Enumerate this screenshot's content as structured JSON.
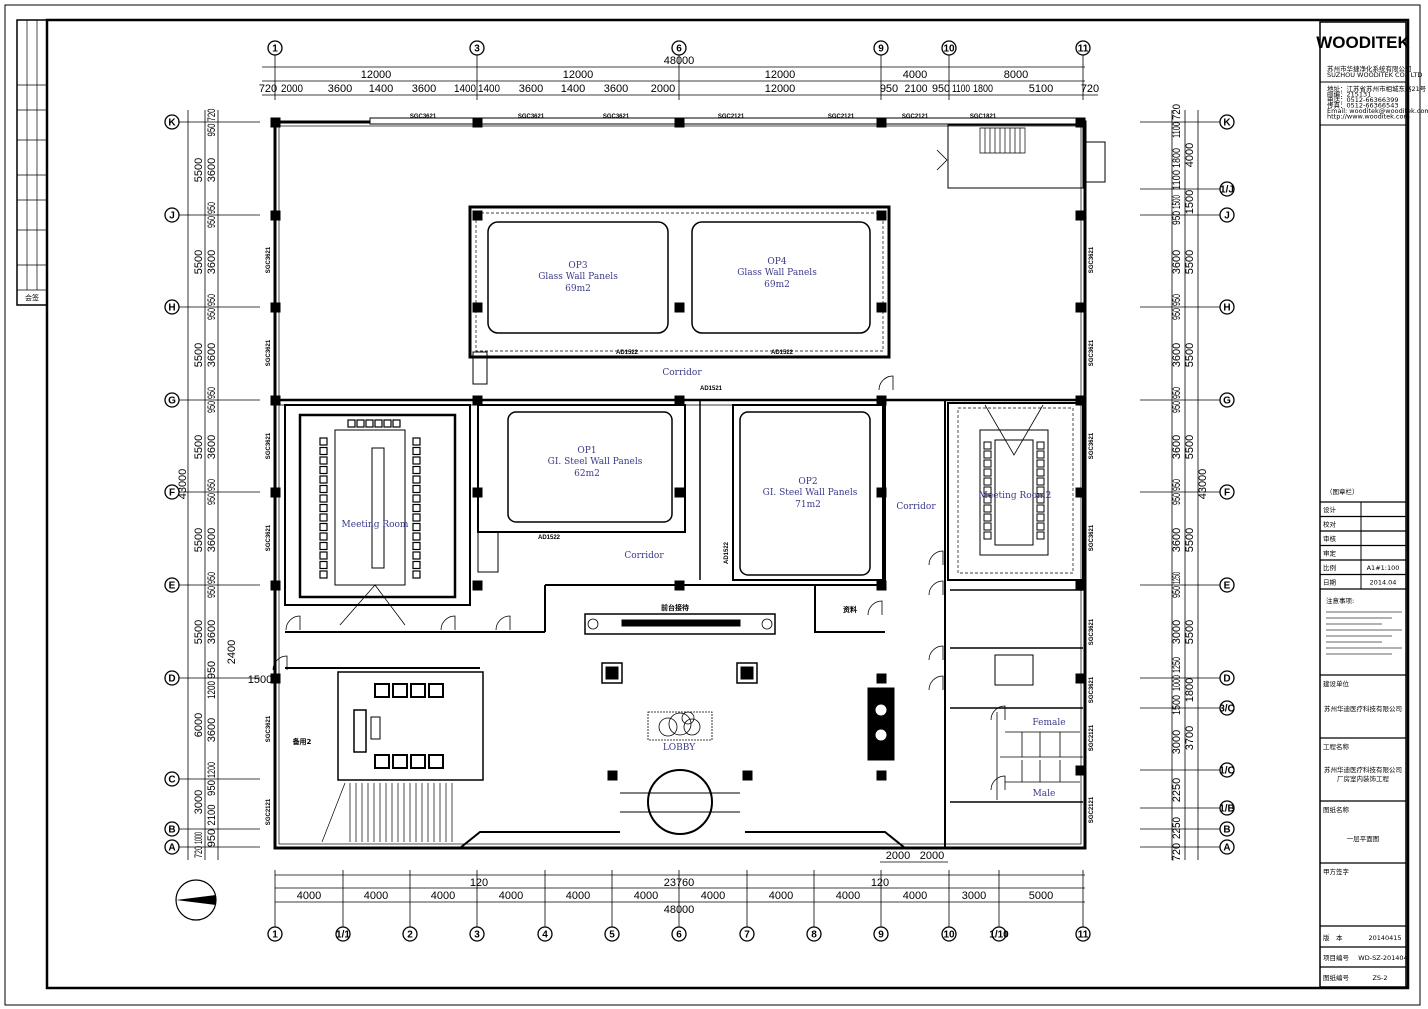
{
  "title_block": {
    "logo": "WOODITEK",
    "company_cn": "苏州市华捷净化系统有限公司",
    "company_en": "SUZHOU WOODITEK CO., LTD",
    "address": [
      "地址：江苏省苏州市相城东路21号",
      "邮编：215131",
      "电话：0512-66366399",
      "传真：0512-66366543",
      "Email: wooditek@wooditek.com",
      "http://www.wooditek.com"
    ],
    "stamp_label": "（图章栏）",
    "design": "设计",
    "check": "校对",
    "review": "审核",
    "approve": "审定",
    "scale_label": "比例",
    "scale_value": "A1#1:100",
    "date_label": "日期",
    "date_value": "2014.04",
    "notes_title": "注意事项:",
    "client_label": "建设单位",
    "client_value": "苏州华迪医疗科技有限公司",
    "project_label": "工程名称",
    "project_value_1": "苏州华迪医疗科技有限公司",
    "project_value_2": "厂房室内装饰工程",
    "drawing_label": "图纸名称",
    "drawing_value": "一层平面图",
    "owner_sign_label": "甲方签字",
    "version_label": "版　本",
    "version_value": "20140415",
    "project_no_label": "项目编号",
    "project_no_value": "WD-SZ-201404",
    "drawing_no_label": "图纸编号",
    "drawing_no_value": "ZS-2"
  },
  "left_strip": {
    "countersign": "会签"
  },
  "grid": {
    "top": [
      "1",
      "3",
      "6",
      "9",
      "10",
      "11"
    ],
    "bottom": [
      "1",
      "1/1",
      "2",
      "3",
      "4",
      "5",
      "6",
      "7",
      "8",
      "9",
      "10",
      "1/10",
      "11"
    ],
    "left": [
      "K",
      "J",
      "H",
      "G",
      "F",
      "E",
      "D",
      "C",
      "B",
      "A"
    ],
    "right": [
      "K",
      "1/J",
      "J",
      "H",
      "G",
      "F",
      "E",
      "D",
      "3/C",
      "1/C",
      "1/B",
      "B",
      "A"
    ]
  },
  "dimensions": {
    "top_total": "48000",
    "top_mid": [
      "12000",
      "12000",
      "12000",
      "4000",
      "8000"
    ],
    "top_detail": [
      "720",
      "2000",
      "3600",
      "1400",
      "3600",
      "1400",
      "1400",
      "3600",
      "1400",
      "3600",
      "2000",
      "12000",
      "950",
      "2100",
      "950",
      "1100",
      "1800",
      "5100",
      "720"
    ],
    "bottom_detail": [
      "4000",
      "4000",
      "4000",
      "4000",
      "4000",
      "4000",
      "4000",
      "4000",
      "4000",
      "4000",
      "3000",
      "5000"
    ],
    "bottom_mid": [
      "120",
      "23760",
      "120"
    ],
    "bottom_total": "48000",
    "bottom_right": [
      "2000",
      "2000"
    ],
    "left_outer": [
      "5500",
      "5500",
      "5500",
      "5500",
      "5500",
      "5500",
      "6000",
      "3000",
      "1000",
      "720"
    ],
    "left_inner": [
      "720",
      "950",
      "3600",
      "950",
      "950",
      "3600",
      "950",
      "950",
      "3600",
      "950",
      "950",
      "3600",
      "950",
      "950",
      "3600",
      "950",
      "950",
      "3600",
      "950",
      "1200",
      "3600",
      "1200",
      "950",
      "2100",
      "950"
    ],
    "left_total": "43000",
    "left_extra": [
      "2400",
      "1500"
    ],
    "right_inner": [
      "720",
      "1100",
      "1800",
      "1100",
      "1500",
      "950",
      "3600",
      "950",
      "950",
      "3600",
      "950",
      "950",
      "3600",
      "950",
      "950",
      "3600",
      "1250",
      "950",
      "3000",
      "1250",
      "1000",
      "1500",
      "3000",
      "2250",
      "2250",
      "720"
    ],
    "right_mid": [
      "4000",
      "1500",
      "5500",
      "5500",
      "5500",
      "5500",
      "5500",
      "1800",
      "3700"
    ],
    "right_total": "43000"
  },
  "windows": {
    "top": [
      "SGC3621",
      "SGC3621",
      "SGC3621",
      "SGC2121",
      "SGC2121",
      "SGC2121",
      "SGC1821"
    ],
    "left": [
      "SGC3621",
      "SGC3621",
      "SGC3621",
      "SGC3621",
      "SGC3621",
      "SGC2121"
    ],
    "right": [
      "SGC3621",
      "SGC3621",
      "SGC3621",
      "SGC3621",
      "SGC3621",
      "SGC3621",
      "SGC2121",
      "SGC2121"
    ]
  },
  "doors": [
    "AD1522",
    "AD1522",
    "AD1521",
    "AD1522",
    "AD1522"
  ],
  "rooms": {
    "op3": {
      "name": "OP3",
      "type": "Glass Wall Panels",
      "area": "69m2"
    },
    "op4": {
      "name": "OP4",
      "type": "Glass Wall Panels",
      "area": "69m2"
    },
    "op1": {
      "name": "OP1",
      "type": "GI. Steel Wall Panels",
      "area": "62m2"
    },
    "op2": {
      "name": "OP2",
      "type": "GI. Steel Wall Panels",
      "area": "71m2"
    },
    "corridor_top": "Corridor",
    "corridor_mid": "Corridor",
    "corridor_right": "Corridor",
    "meeting_room": "Meeting Room",
    "meeting_room_2": "Meeting Room2",
    "reception": "前台接待",
    "archive": "资料",
    "spare_2": "备用2",
    "lobby": "LOBBY",
    "female": "Female",
    "male": "Male"
  }
}
